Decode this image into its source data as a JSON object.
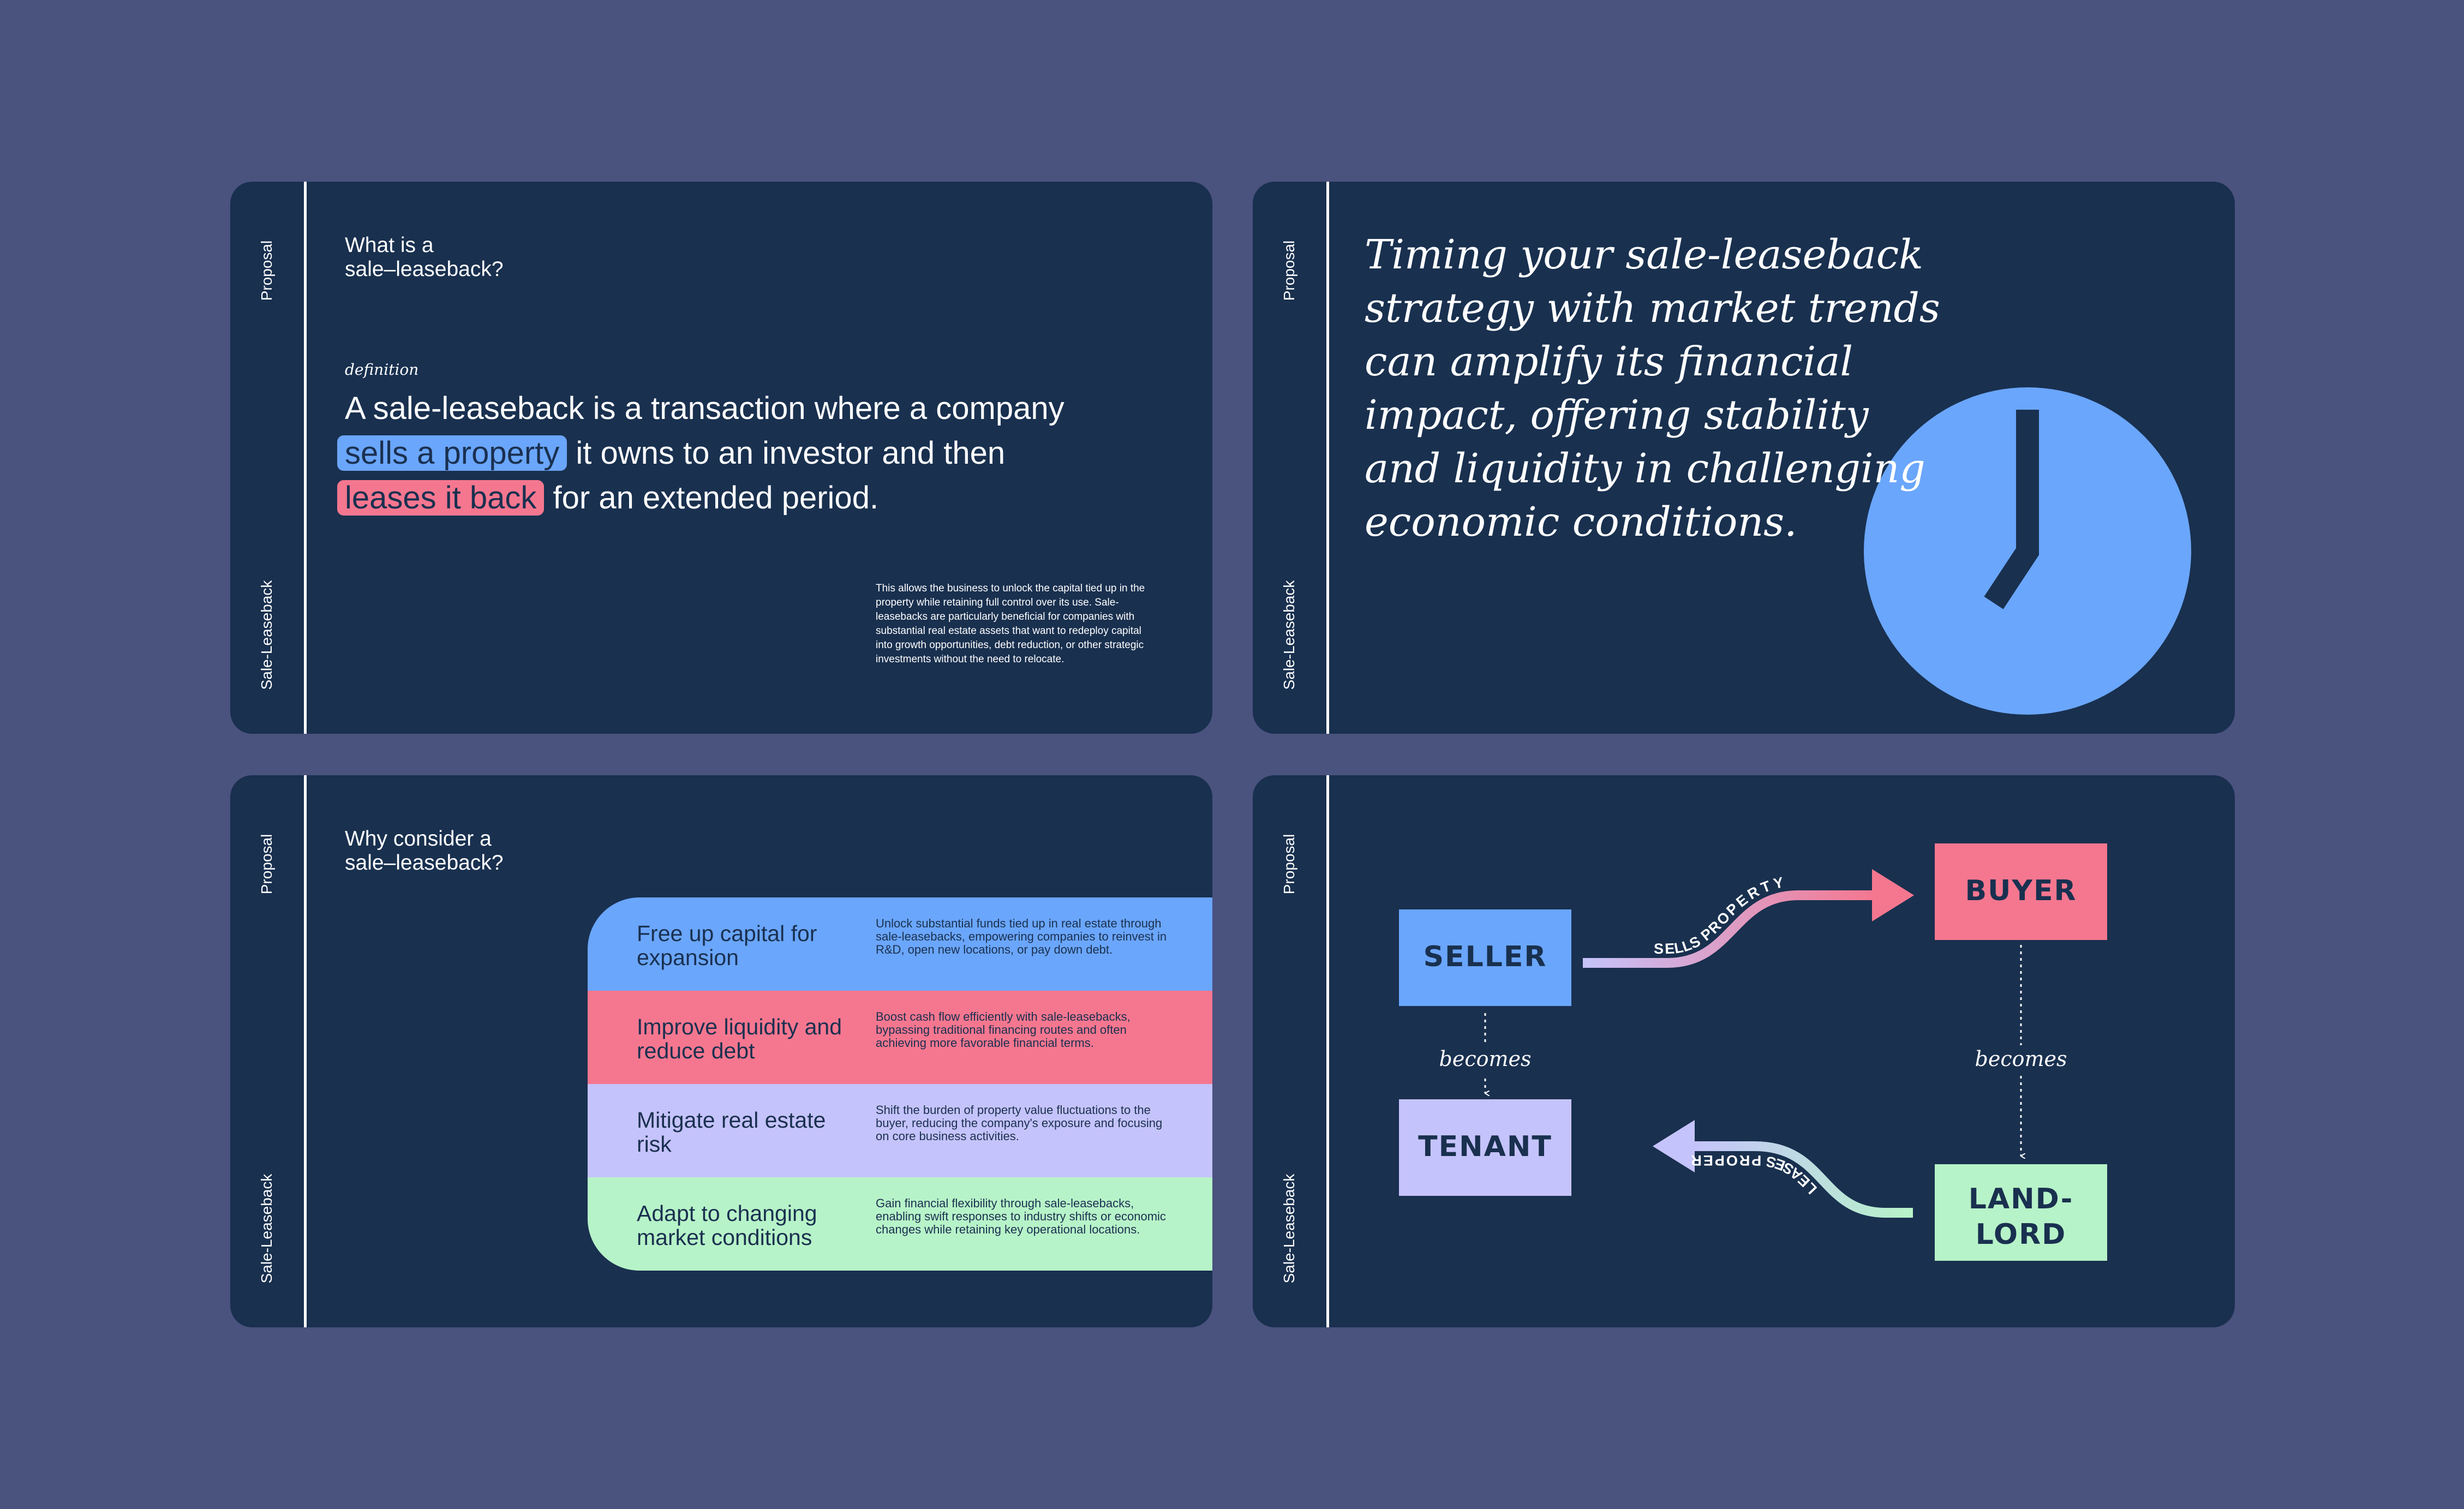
{
  "common": {
    "label_top": "Proposal",
    "label_bottom": "Sale-Leaseback"
  },
  "slide1": {
    "heading_line1": "What is a",
    "heading_line2": "sale–leaseback?",
    "definition_tag": "definition",
    "text_line1": "A sale-leaseback is a transaction where a company",
    "highlight1": "sells a property",
    "text_line2_rest": " it owns to an investor and then",
    "highlight2": "leases it back",
    "text_line3_rest": " for an extended period.",
    "paragraph": "This allows the business to unlock the capital tied up in the property while retaining full control over its use. Sale-leasebacks are particularly beneficial for companies with substantial real estate assets that want to redeploy capital into growth opportunities, debt reduction, or other strategic investments without the need to relocate."
  },
  "slide2": {
    "quote_lines": [
      "Timing your sale-leaseback",
      "strategy with market trends",
      "can amplify its financial",
      "impact, offering stability",
      "and liquidity in challenging",
      "economic conditions."
    ]
  },
  "slide3": {
    "heading_line1": "Why consider a",
    "heading_line2": "sale–leaseback?",
    "reasons": [
      {
        "title": "Free up capital for expansion",
        "desc": "Unlock substantial funds tied up in real estate through sale-leasebacks, empowering companies to reinvest in R&D, open new locations, or pay down debt.",
        "color": "#6aa6fb"
      },
      {
        "title": "Improve liquidity and reduce debt",
        "desc": "Boost cash flow efficiently with sale-leasebacks, bypassing traditional financing routes and often achieving more favorable financial terms.",
        "color": "#f5778f"
      },
      {
        "title": "Mitigate real estate risk",
        "desc": "Shift the burden of property value fluctuations to the buyer, reducing the company's exposure and focusing on core business activities.",
        "color": "#c5c3fb"
      },
      {
        "title": "Adapt to changing market conditions",
        "desc": "Gain financial flexibility through sale-leasebacks, enabling swift responses to industry shifts or economic changes while retaining key operational locations.",
        "color": "#b7f3c8"
      }
    ]
  },
  "slide4": {
    "seller": "SELLER",
    "buyer": "BUYER",
    "tenant": "TENANT",
    "landlord_line1": "LAND-",
    "landlord_line2": "LORD",
    "becomes_left": "becomes",
    "becomes_right": "becomes",
    "sells_property": "SELLS PROPERTY",
    "leases_property": "LEASES PROPERTY"
  },
  "colors": {
    "background": "#4a527e",
    "slide": "#19304f",
    "blue": "#6aa6fb",
    "pink": "#f5778f",
    "lavender": "#c5c3fb",
    "mint": "#b7f3c8"
  }
}
